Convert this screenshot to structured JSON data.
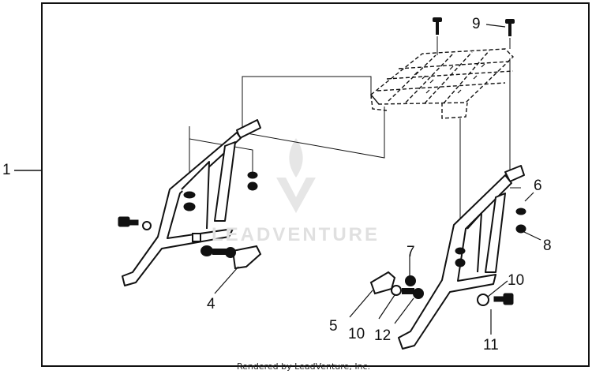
{
  "diagram": {
    "callouts": [
      {
        "id": "c1",
        "label": "1"
      },
      {
        "id": "c4",
        "label": "4"
      },
      {
        "id": "c5",
        "label": "5"
      },
      {
        "id": "c6",
        "label": "6"
      },
      {
        "id": "c7",
        "label": "7"
      },
      {
        "id": "c8",
        "label": "8"
      },
      {
        "id": "c9",
        "label": "9"
      },
      {
        "id": "c10a",
        "label": "10"
      },
      {
        "id": "c10b",
        "label": "10"
      },
      {
        "id": "c11",
        "label": "11"
      },
      {
        "id": "c12",
        "label": "12"
      }
    ],
    "watermark": "LEADVENTURE",
    "credit": "Rendered by LeadVenture, Inc."
  },
  "colors": {
    "line": "#111111",
    "watermark": "#e0e0e0",
    "background": "#ffffff"
  }
}
